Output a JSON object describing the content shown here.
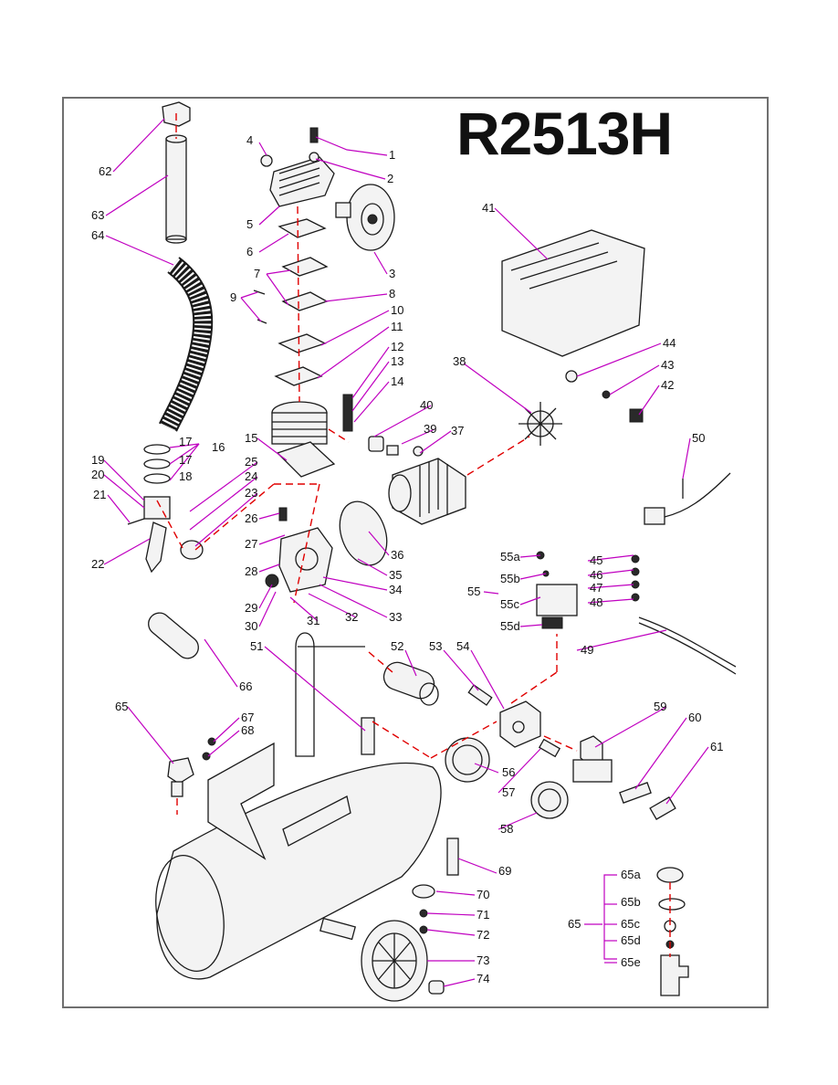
{
  "title": "R2513H",
  "colors": {
    "leader": "#c000c0",
    "assembly_line": "#e00000",
    "ink": "#1a1a1a"
  },
  "labels": [
    "1",
    "2",
    "3",
    "4",
    "5",
    "6",
    "7",
    "8",
    "9",
    "10",
    "11",
    "12",
    "13",
    "14",
    "15",
    "16",
    "17",
    "17",
    "18",
    "19",
    "20",
    "21",
    "22",
    "23",
    "24",
    "25",
    "26",
    "27",
    "28",
    "29",
    "30",
    "31",
    "32",
    "33",
    "34",
    "35",
    "36",
    "37",
    "38",
    "39",
    "40",
    "41",
    "42",
    "43",
    "44",
    "45",
    "46",
    "47",
    "48",
    "49",
    "50",
    "51",
    "52",
    "53",
    "54",
    "55",
    "55a",
    "55b",
    "55c",
    "55d",
    "56",
    "57",
    "58",
    "59",
    "60",
    "61",
    "62",
    "63",
    "64",
    "65",
    "65",
    "65a",
    "65b",
    "65c",
    "65d",
    "65e",
    "66",
    "67",
    "68",
    "69",
    "70",
    "71",
    "72",
    "73",
    "74"
  ]
}
